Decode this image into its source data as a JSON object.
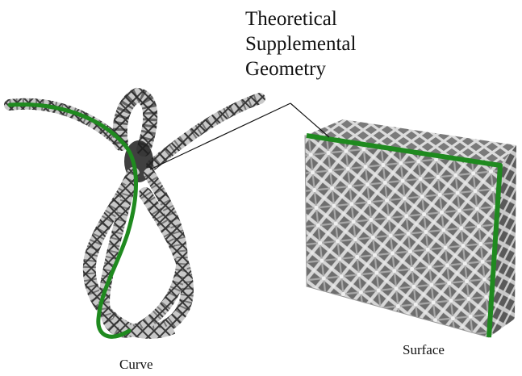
{
  "callout": {
    "line1": "Theoretical",
    "line2": "Supplemental",
    "line3": "Geometry"
  },
  "captions": {
    "curve": "Curve",
    "surface": "Surface"
  },
  "colors": {
    "highlight_green": "#1f8a1f",
    "lattice_gray": "#bdbdbd",
    "lattice_dark": "#2f2f2f",
    "leader_line": "#111111"
  }
}
